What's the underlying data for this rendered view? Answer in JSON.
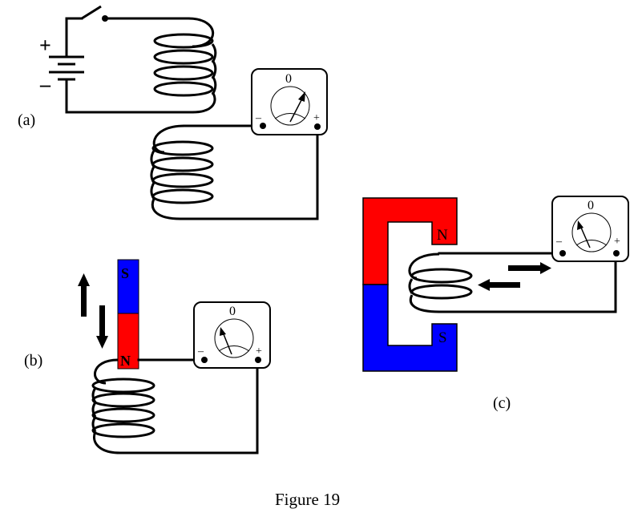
{
  "figure": {
    "caption": "Figure 19",
    "panels": {
      "a": {
        "label": "(a)",
        "battery": {
          "plus": "+",
          "minus": "–"
        },
        "switch_state": "open",
        "meter": {
          "zero": "0",
          "minus": "–",
          "plus": "+",
          "needle": "right"
        }
      },
      "b": {
        "label": "(b)",
        "magnet": {
          "top_pole": "S",
          "bottom_pole": "N"
        },
        "arrows": [
          "up",
          "down"
        ],
        "meter": {
          "zero": "0",
          "minus": "–",
          "plus": "+",
          "needle": "left"
        }
      },
      "c": {
        "label": "(c)",
        "magnet": {
          "top_pole": "N",
          "bottom_pole": "S"
        },
        "arrows": [
          "right",
          "left"
        ],
        "meter": {
          "zero": "0",
          "minus": "–",
          "plus": "+",
          "needle": "left"
        }
      }
    },
    "colors": {
      "north": "#ff0000",
      "south": "#0000ff",
      "ink": "#000000"
    }
  }
}
